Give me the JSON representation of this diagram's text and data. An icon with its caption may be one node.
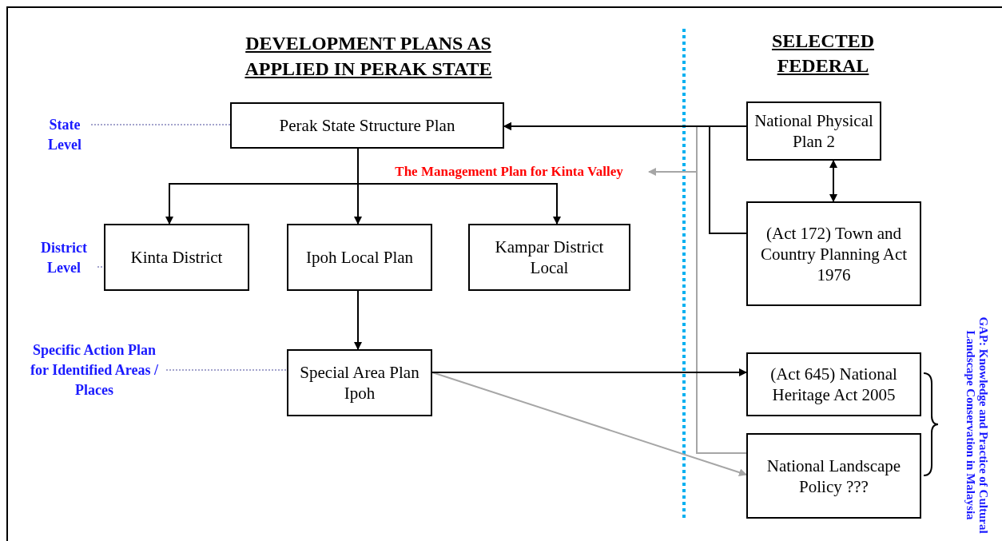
{
  "diagram": {
    "nodes": [
      {
        "text": [
          "Perak State Structure Plan"
        ]
      },
      {
        "text": [
          "The Management Plan for Kinta Valley"
        ]
      },
      {
        "text": [
          "Kinta District"
        ]
      },
      {
        "text": [
          "Ipoh Local Plan"
        ]
      },
      {
        "text": [
          "Kampar District Local"
        ]
      },
      {
        "text": [
          "Special Area Plan Ipoh"
        ]
      },
      {
        "text": [
          "National Physical Plan 2"
        ]
      },
      {
        "text": [
          "(Act 172) Town and Country Planning Act 1976"
        ]
      },
      {
        "text": [
          "(Act 645) National Heritage Act 2005"
        ]
      },
      {
        "text": [
          "National Landscape Policy ???"
        ]
      },
      {
        "text": [
          "State Level"
        ]
      },
      {
        "text": [
          "District Level"
        ]
      },
      {
        "text": [
          "Specific Action Plan for Identified Areas / Places"
        ]
      }
    ],
    "edges": [
      {
        "from": 6,
        "to": 0,
        "arrow": "to"
      },
      {
        "from": 7,
        "to": 0,
        "arrow": "to"
      },
      {
        "from": 6,
        "to": 7,
        "arrow": "both"
      },
      {
        "from": 0,
        "to": 2,
        "arrow": "to"
      },
      {
        "from": 0,
        "to": 3,
        "arrow": "to"
      },
      {
        "from": 0,
        "to": 4,
        "arrow": "to"
      },
      {
        "from": 3,
        "to": 5,
        "arrow": "to"
      },
      {
        "from": 5,
        "to": 8,
        "arrow": "to"
      },
      {
        "from": 5,
        "to": 9,
        "arrow": "to",
        "color": "#a6a6a6"
      },
      {
        "from": 9,
        "to": 1,
        "arrow": "to",
        "color": "#a6a6a6"
      },
      {
        "from": 9,
        "to": 0,
        "arrow": "to",
        "color": "#a6a6a6"
      },
      {
        "from": 10,
        "to": 0,
        "arrow": "none",
        "style": "dashed",
        "color": "#a3a3cc"
      },
      {
        "from": 11,
        "to": 2,
        "arrow": "none",
        "style": "dashed",
        "color": "#a3a3cc"
      },
      {
        "from": 12,
        "to": 5,
        "arrow": "none",
        "style": "dashed",
        "color": "#a3a3cc"
      }
    ],
    "labels": [
      "DEVELOPMENT PLANS AS APPLIED IN PERAK STATE",
      "SELECTED FEDERAL",
      "GAP: Knowledge and Practice of Cultural Landscape Conservation in Malaysia"
    ]
  }
}
